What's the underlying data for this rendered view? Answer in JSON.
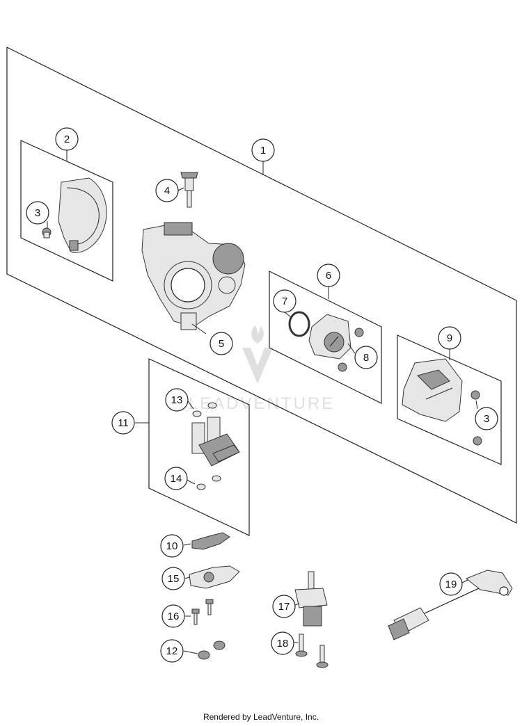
{
  "diagram": {
    "callouts": [
      {
        "id": "c1",
        "label": "1"
      },
      {
        "id": "c2",
        "label": "2"
      },
      {
        "id": "c3a",
        "label": "3"
      },
      {
        "id": "c3b",
        "label": "3"
      },
      {
        "id": "c4",
        "label": "4"
      },
      {
        "id": "c5",
        "label": "5"
      },
      {
        "id": "c6",
        "label": "6"
      },
      {
        "id": "c7",
        "label": "7"
      },
      {
        "id": "c8",
        "label": "8"
      },
      {
        "id": "c9",
        "label": "9"
      },
      {
        "id": "c10",
        "label": "10"
      },
      {
        "id": "c11",
        "label": "11"
      },
      {
        "id": "c12",
        "label": "12"
      },
      {
        "id": "c13",
        "label": "13"
      },
      {
        "id": "c14",
        "label": "14"
      },
      {
        "id": "c15",
        "label": "15"
      },
      {
        "id": "c16",
        "label": "16"
      },
      {
        "id": "c17",
        "label": "17"
      },
      {
        "id": "c18",
        "label": "18"
      },
      {
        "id": "c19",
        "label": "19"
      }
    ],
    "watermark": "LEADVENTURE",
    "footer": "Rendered by LeadVenture, Inc."
  }
}
